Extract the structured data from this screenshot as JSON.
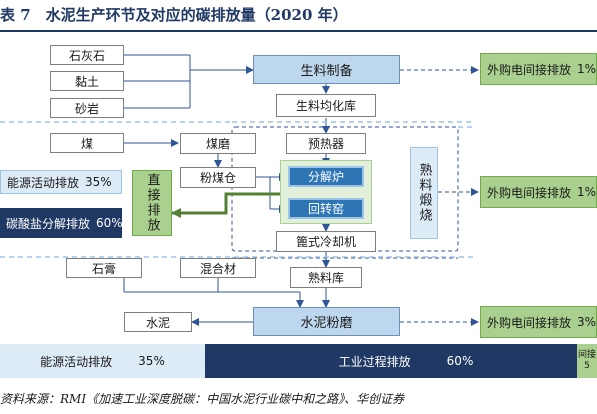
{
  "title": "表 7　水泥生产环节及对应的碳排放量（2020 年）",
  "raw": {
    "limestone": "石灰石",
    "clay": "黏土",
    "sandstone": "砂岩",
    "coal": "煤",
    "gypsum": "石膏",
    "admixture": "混合材"
  },
  "process": {
    "raw_prep": "生料制备",
    "homogenize": "生料均化库",
    "coal_mill": "煤磨",
    "coal_bin": "粉煤仓",
    "preheater": "预热器",
    "calciner": "分解炉",
    "kiln": "回转窑",
    "cooler": "篦式冷却机",
    "clinker_store": "熟料库",
    "cement_mill": "水泥粉磨",
    "cement": "水泥",
    "clinker_calc": "熟料煅烧"
  },
  "direct": {
    "label": "直接排放",
    "energy_label": "能源活动排放",
    "energy_pct": "35%",
    "carbonate_label": "碳酸盐分解排放",
    "carbonate_pct": "60%"
  },
  "indirect": {
    "top_label": "外购电间接排放",
    "top_pct": "1%",
    "mid_label": "外购电间接排放",
    "mid_pct": "1%",
    "bot_label": "外购电间接排放",
    "bot_pct": "3%"
  },
  "bottom_bar": {
    "energy_label": "能源活动排放",
    "energy_pct": "35%",
    "process_label": "工业过程排放",
    "process_pct": "60%",
    "indirect_label": "间接",
    "indirect_pct": "5"
  },
  "source": "资料来源：RMI《加速工业深度脱碳：中国水泥行业碳中和之路》、华创证券",
  "colors": {
    "navy": "#1f3864",
    "light_blue": "#bdd7ee",
    "green": "#a9d08e",
    "bright_blue": "#2e75b6"
  }
}
